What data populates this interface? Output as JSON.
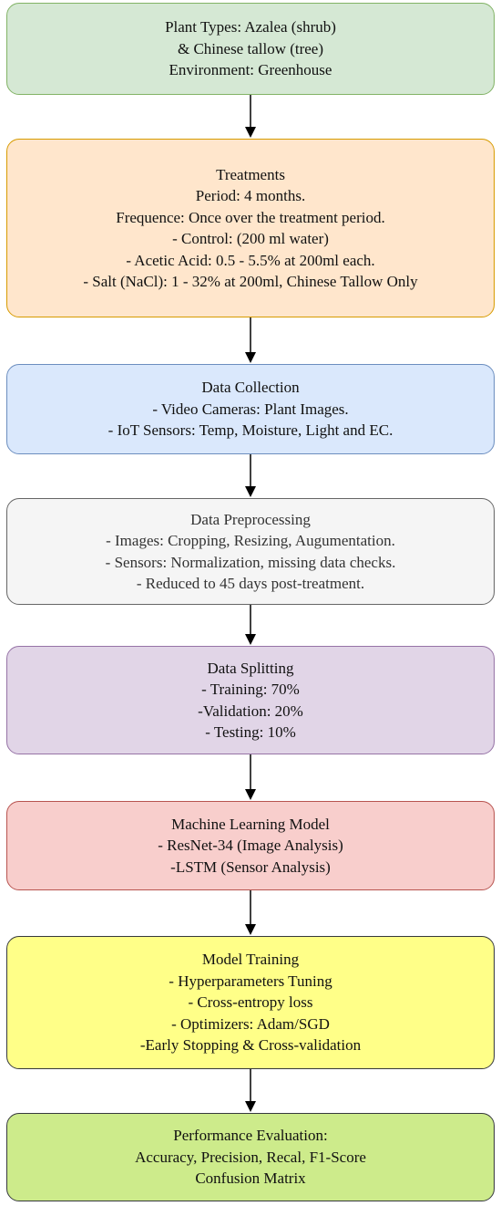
{
  "boxes": [
    {
      "id": "plant-types",
      "fill": "#d5e8d4",
      "border": "#82b366",
      "lines": [
        "Plant Types: Azalea (shrub)",
        "& Chinese tallow (tree)",
        "Environment: Greenhouse"
      ]
    },
    {
      "id": "treatments",
      "fill": "#ffe6cc",
      "border": "#d79b00",
      "lines": [
        "Treatments",
        "Period: 4 months.",
        "Frequence: Once over the treatment period.",
        "- Control: (200 ml water)",
        "- Acetic Acid: 0.5 - 5.5% at 200ml each.",
        "- Salt (NaCl): 1 - 32% at 200ml, Chinese Tallow Only"
      ]
    },
    {
      "id": "data-collection",
      "fill": "#dae8fc",
      "border": "#6c8ebf",
      "lines": [
        "Data Collection",
        "- Video Cameras: Plant Images.",
        "- IoT Sensors: Temp, Moisture, Light and EC."
      ]
    },
    {
      "id": "data-preprocessing",
      "fill": "#f5f5f5",
      "border": "#666666",
      "text_color": "#333333",
      "lines": [
        "Data Preprocessing",
        "- Images: Cropping, Resizing, Augumentation.",
        "- Sensors: Normalization, missing data checks.",
        "- Reduced to 45 days post-treatment."
      ]
    },
    {
      "id": "data-splitting",
      "fill": "#e1d5e7",
      "border": "#9673a6",
      "lines": [
        "Data Splitting",
        "- Training: 70%",
        "-Validation: 20%",
        "- Testing: 10%"
      ]
    },
    {
      "id": "ml-model",
      "fill": "#f8cecc",
      "border": "#b85450",
      "lines": [
        "Machine Learning Model",
        "- ResNet-34 (Image Analysis)",
        "-LSTM (Sensor Analysis)"
      ]
    },
    {
      "id": "model-training",
      "fill": "#ffff88",
      "border": "#36393d",
      "lines": [
        "Model Training",
        "- Hyperparameters Tuning",
        "- Cross-entropy loss",
        "- Optimizers: Adam/SGD",
        "-Early Stopping & Cross-validation"
      ]
    },
    {
      "id": "performance-evaluation",
      "fill": "#cdeb8b",
      "border": "#36393d",
      "lines": [
        "Performance Evaluation:",
        "Accuracy, Precision, Recal, F1-Score",
        "Confusion Matrix"
      ]
    }
  ],
  "arrow_color": "#000000"
}
